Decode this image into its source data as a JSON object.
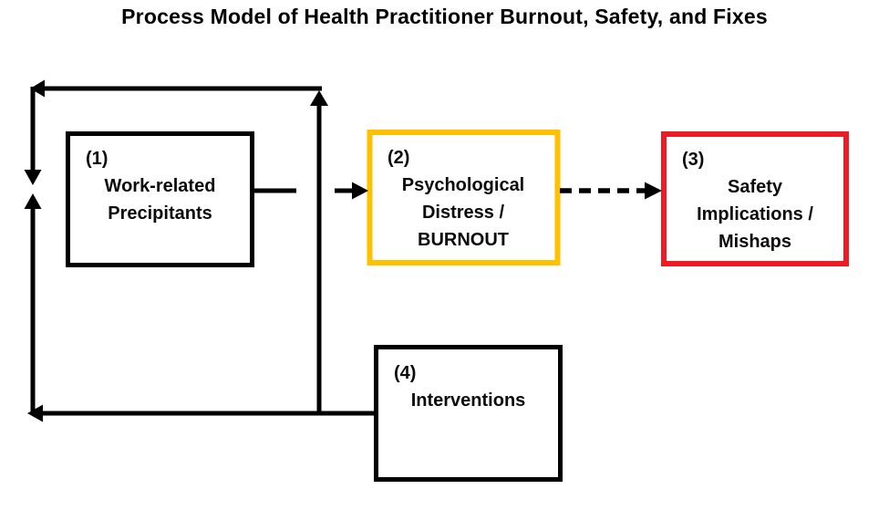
{
  "diagram": {
    "title": "Process Model of Health Practitioner Burnout, Safety, and Fixes",
    "colors": {
      "line": "#000000",
      "black_border": "#000000",
      "burnout_border": "#FFC000",
      "safety_border": "#ED1C24",
      "background": "#FFFFFF"
    },
    "boxes": [
      {
        "number": "(1)",
        "lines": [
          "Work-related",
          "Precipitants"
        ],
        "border_color": "#000000"
      },
      {
        "number": "(2)",
        "lines": [
          "Psychological",
          "Distress /",
          "BURNOUT"
        ],
        "border_color": "#FFC000"
      },
      {
        "number": "(3)",
        "lines": [
          "Safety",
          "Implications /",
          "Mishaps"
        ],
        "border_color": "#ED1C24"
      },
      {
        "number": "(4)",
        "lines": [
          "Interventions"
        ],
        "border_color": "#000000"
      }
    ],
    "arrows": [
      {
        "from": "(1) Work-related Precipitants",
        "to": "(2) Psychological Distress / BURNOUT",
        "style": "solid"
      },
      {
        "from": "(2) Psychological Distress / BURNOUT",
        "to": "(3) Safety Implications / Mishaps",
        "style": "dashed"
      },
      {
        "from": "(4) Interventions",
        "to": "left feedback channel",
        "style": "solid"
      },
      {
        "from": "bottom feedback line",
        "to": "top feedback line",
        "style": "solid"
      }
    ]
  }
}
